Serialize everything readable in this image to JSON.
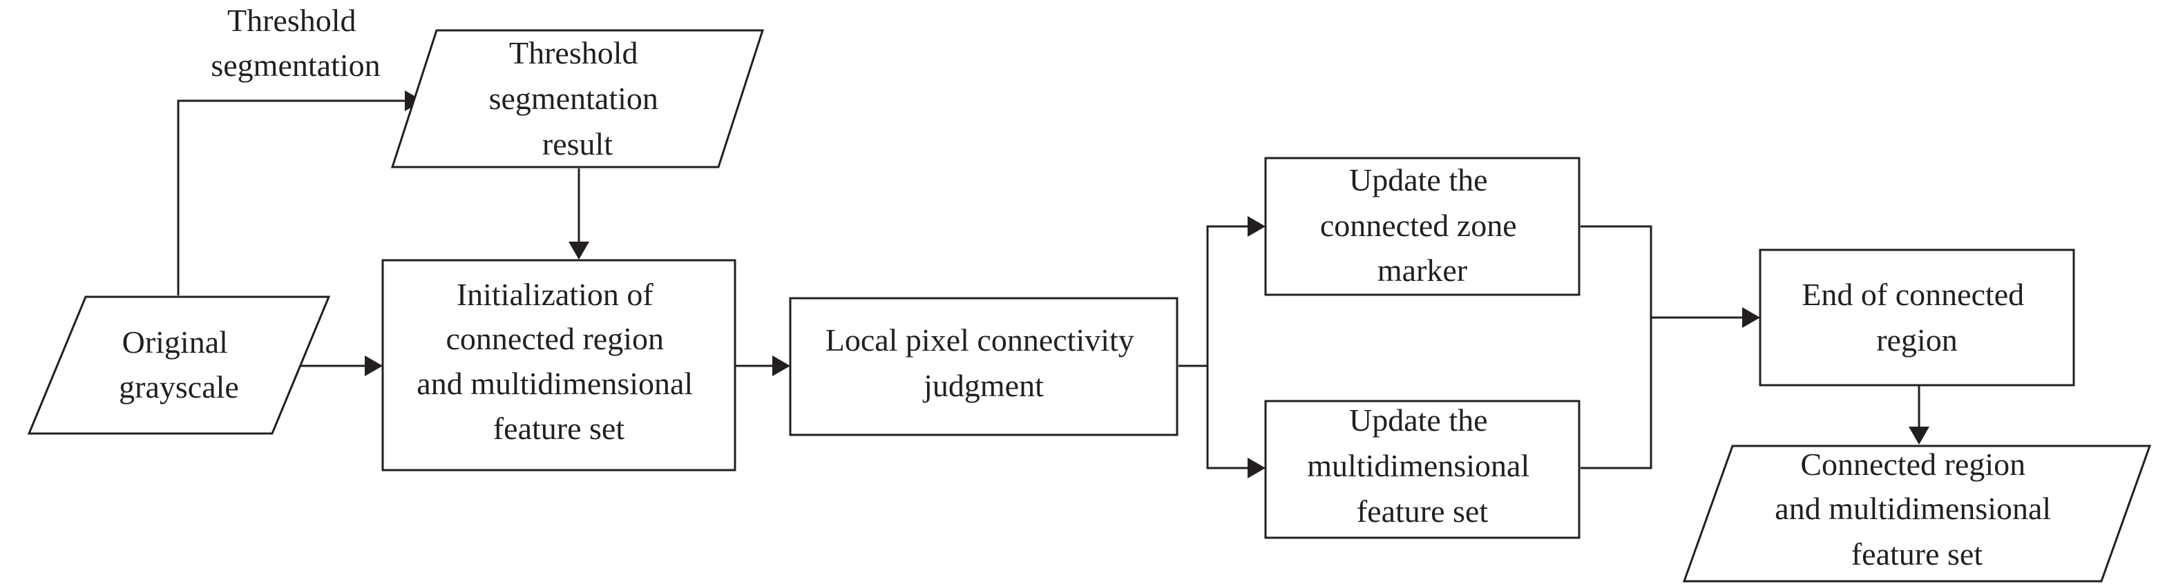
{
  "diagram": {
    "line_color": "#231f20",
    "background": "#ffffff",
    "edge_label_threshold": [
      "Threshold",
      "segmentation"
    ],
    "nodes": {
      "original": {
        "shape": "parallelogram",
        "lines": [
          "Original",
          "grayscale"
        ]
      },
      "threshold_result": {
        "shape": "parallelogram",
        "lines": [
          "Threshold",
          "segmentation",
          "result"
        ]
      },
      "init": {
        "shape": "rectangle",
        "lines": [
          "Initialization of",
          "connected region",
          "and multidimensional",
          "feature set"
        ]
      },
      "local": {
        "shape": "rectangle",
        "lines": [
          "Local pixel connectivity",
          "judgment"
        ]
      },
      "update_marker": {
        "shape": "rectangle",
        "lines": [
          "Update the",
          "connected zone",
          "marker"
        ]
      },
      "update_feature": {
        "shape": "rectangle",
        "lines": [
          "Update the",
          "multidimensional",
          "feature set"
        ]
      },
      "end": {
        "shape": "rectangle",
        "lines": [
          "End of connected",
          "region"
        ]
      },
      "output": {
        "shape": "parallelogram",
        "lines": [
          "Connected region",
          "and multidimensional",
          "feature set"
        ]
      }
    }
  }
}
